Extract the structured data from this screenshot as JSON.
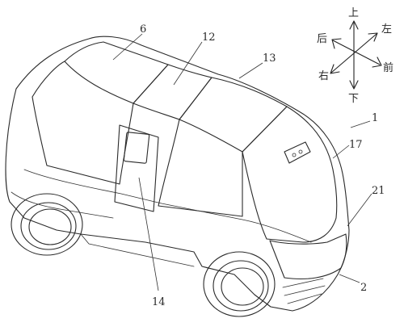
{
  "reference_labels": {
    "roof_panel": "6",
    "roof_center": "12",
    "body_edge": "13",
    "vehicle": "1",
    "side_door": "14",
    "front_lamp": "17",
    "bumper": "21",
    "chassis": "2"
  },
  "direction_labels": {
    "up": "上",
    "down": "下",
    "left": "左",
    "right": "右",
    "front": "前",
    "back": "后"
  }
}
